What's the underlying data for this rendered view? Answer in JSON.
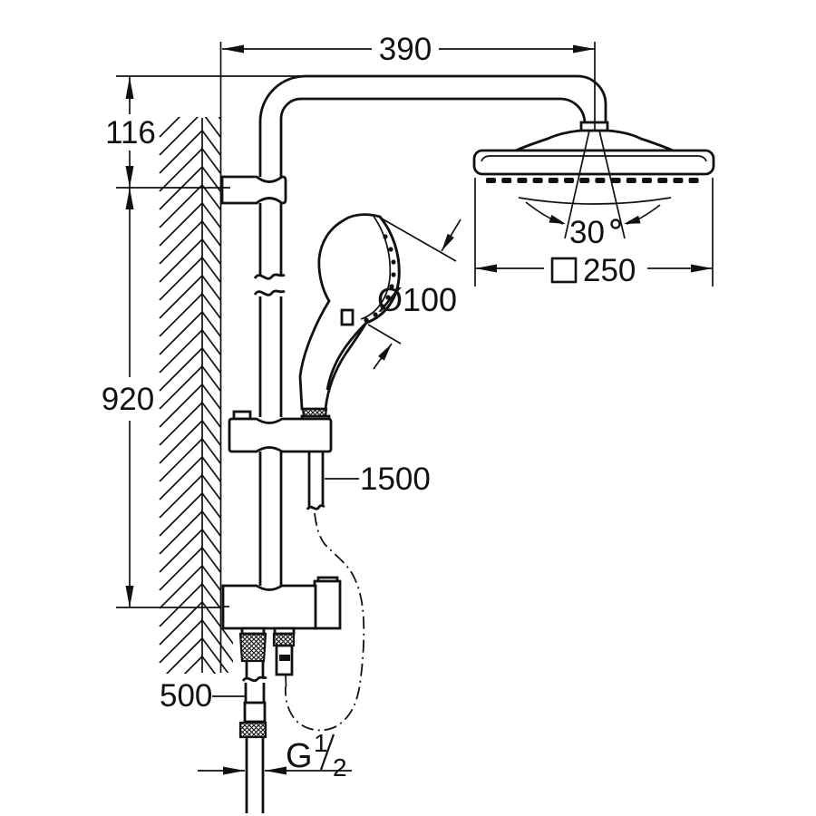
{
  "drawing": {
    "kind": "shower-system dimensional drawing",
    "background": "#ffffff",
    "line_color": "#111111"
  },
  "labels": {
    "arm_projection": "390",
    "arm_drop_height": "116",
    "rail_height": "920",
    "hand_shower_diameter": "Ø100",
    "head_swivel_angle": "30",
    "head_swivel_angle_unit": "°",
    "head_shower_size": "250",
    "head_shower_size_prefix": "□",
    "shower_hose_length": "1500",
    "supply_hose_length": "500",
    "thread_letter": "G",
    "thread_numerator": "1",
    "thread_denominator": "2"
  }
}
